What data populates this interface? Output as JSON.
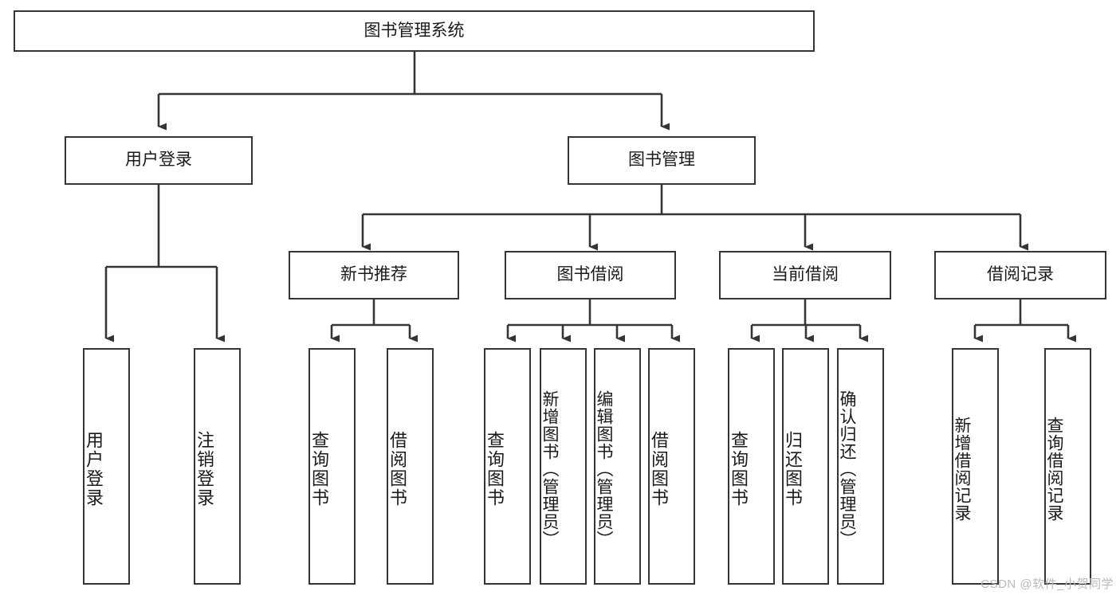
{
  "diagram": {
    "title": "图书管理系统",
    "type": "tree",
    "nodes": {
      "root": {
        "label": "图书管理系统"
      },
      "level1": [
        {
          "id": "user-login",
          "label": "用户登录"
        },
        {
          "id": "book-manage",
          "label": "图书管理"
        }
      ],
      "level2": [
        {
          "id": "new-book-recommend",
          "label": "新书推荐"
        },
        {
          "id": "book-borrow",
          "label": "图书借阅"
        },
        {
          "id": "current-borrow",
          "label": "当前借阅"
        },
        {
          "id": "borrow-record",
          "label": "借阅记录"
        }
      ],
      "leaves": {
        "user-login": [
          {
            "id": "leaf-user-login",
            "label": "用户登录"
          },
          {
            "id": "leaf-logout",
            "label": "注销登录"
          }
        ],
        "new-book-recommend": [
          {
            "id": "leaf-query-book-1",
            "label": "查询图书"
          },
          {
            "id": "leaf-borrow-book-1",
            "label": "借阅图书"
          }
        ],
        "book-borrow": [
          {
            "id": "leaf-query-book-2",
            "label": "查询图书"
          },
          {
            "id": "leaf-add-book",
            "label": "新增图书（管理员）"
          },
          {
            "id": "leaf-edit-book",
            "label": "编辑图书（管理员）"
          },
          {
            "id": "leaf-borrow-book-2",
            "label": "借阅图书"
          }
        ],
        "current-borrow": [
          {
            "id": "leaf-query-book-3",
            "label": "查询图书"
          },
          {
            "id": "leaf-return-book",
            "label": "归还图书"
          },
          {
            "id": "leaf-confirm-return",
            "label": "确认归还（管理员）"
          }
        ],
        "borrow-record": [
          {
            "id": "leaf-add-record",
            "label": "新增借阅记录"
          },
          {
            "id": "leaf-query-record",
            "label": "查询借阅记录"
          }
        ]
      }
    },
    "colors": {
      "stroke": "#353535",
      "background": "#ffffff",
      "text": "#1a1a1a",
      "watermark": "#b9b9b9"
    }
  },
  "watermark": "CSDN @软件_小贺同学"
}
